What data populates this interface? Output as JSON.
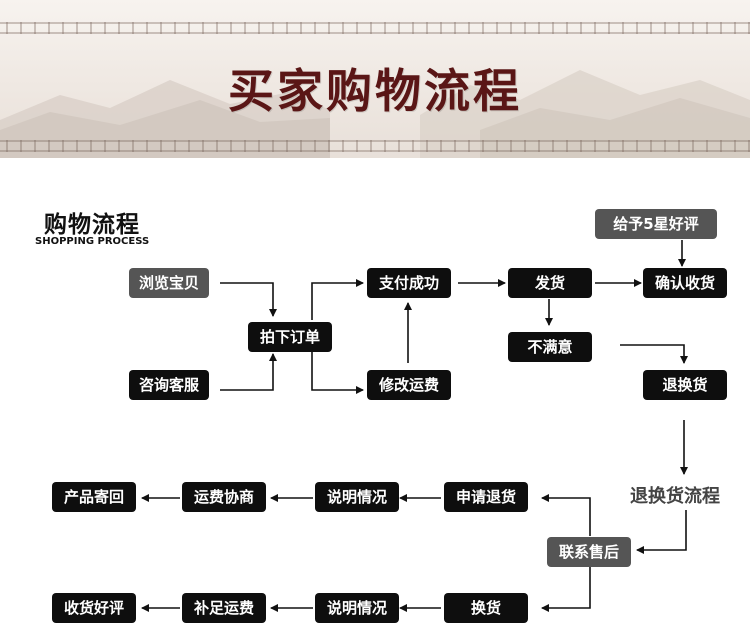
{
  "banner": {
    "title": "买家购物流程"
  },
  "section": {
    "title": "购物流程",
    "subtitle": "SHOPPING PROCESS"
  },
  "boxes": {
    "browse": "浏览宝贝",
    "inquire": "咨询客服",
    "order": "拍下订单",
    "pay": "支付成功",
    "modify_fee": "修改运费",
    "ship": "发货",
    "praise": "给予5星好评",
    "confirm": "确认收货",
    "unsatisfied": "不满意",
    "return": "退换货",
    "after_sales": "联系售后",
    "refund": "申请退货",
    "explain1": "说明情况",
    "negotiate": "运费协商",
    "send_back": "产品寄回",
    "exchange": "换货",
    "explain2": "说明情况",
    "supplement": "补足运费",
    "receive_praise": "收货好评"
  },
  "return_process_label": "退换货流程",
  "colors": {
    "box_black": "#0e0e0e",
    "box_gray": "#555555",
    "title": "#5a1616",
    "line": "#111111"
  }
}
